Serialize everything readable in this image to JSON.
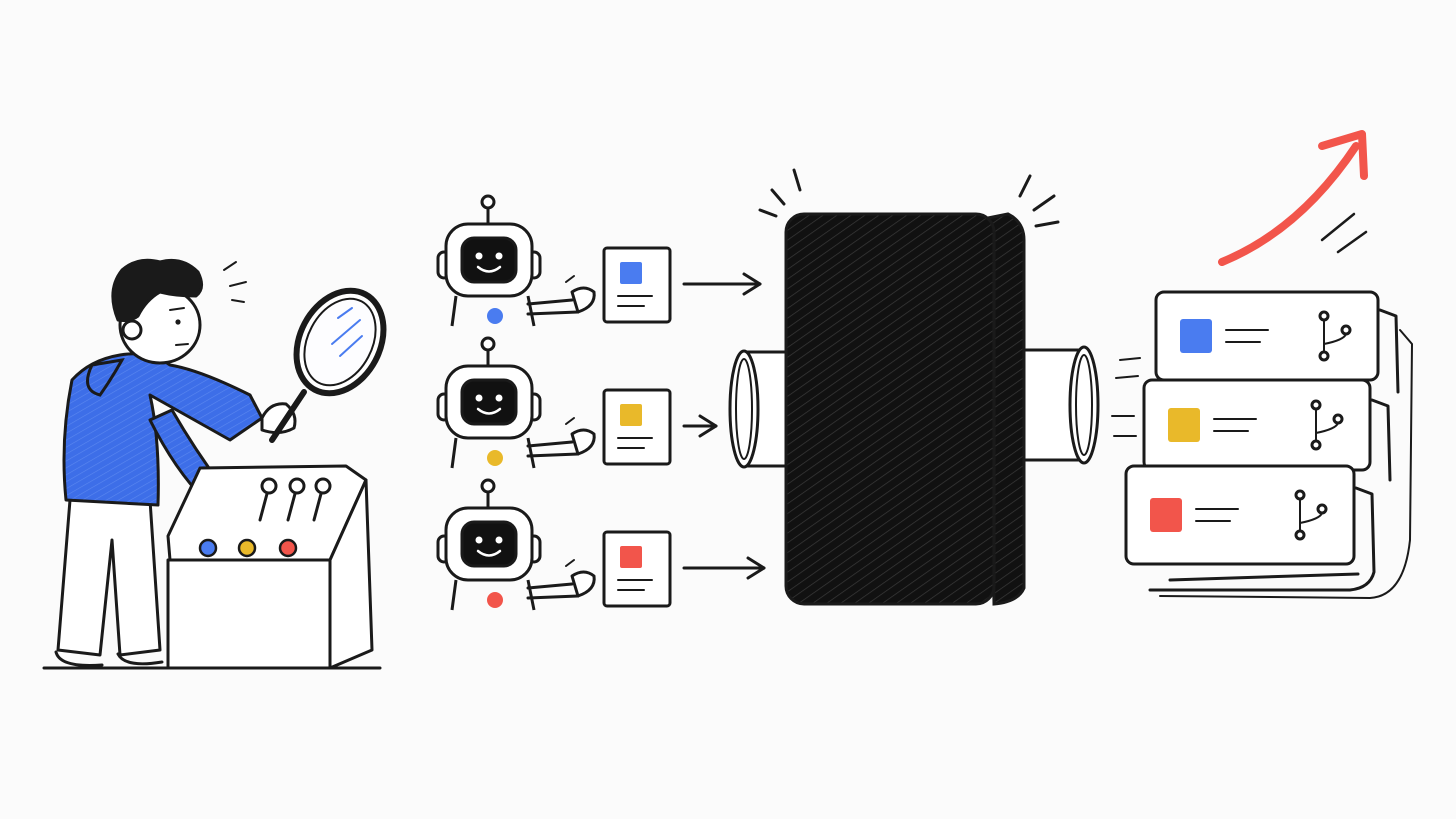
{
  "colors": {
    "background": "#fbfbfb",
    "ink": "#1a1a1a",
    "blue": "#4a7cf0",
    "yellow": "#e9b92a",
    "red": "#f2554b",
    "trend_arrow": "#f2554b",
    "hoodie": "#3d6ee8"
  },
  "illustration": {
    "operator": {
      "icon": "person-with-magnifying-glass-icon",
      "console_buttons": [
        "blue",
        "yellow",
        "red"
      ],
      "console_levers": 3
    },
    "agents": [
      {
        "icon": "robot-icon",
        "color": "blue"
      },
      {
        "icon": "robot-icon",
        "color": "yellow"
      },
      {
        "icon": "robot-icon",
        "color": "red"
      }
    ],
    "processor": {
      "icon": "black-box-icon"
    },
    "outputs": [
      {
        "icon": "branch-icon",
        "color": "blue"
      },
      {
        "icon": "branch-icon",
        "color": "yellow"
      },
      {
        "icon": "branch-icon",
        "color": "red"
      }
    ],
    "trend": {
      "icon": "up-arrow-icon",
      "color": "red"
    }
  }
}
